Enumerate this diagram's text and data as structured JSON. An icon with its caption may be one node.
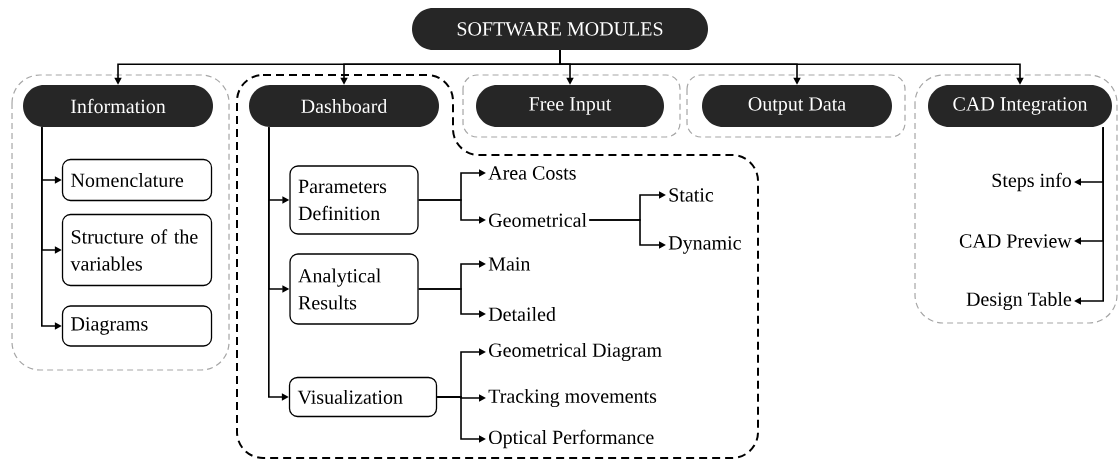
{
  "diagram": {
    "nodes": [
      {
        "text": [
          "SOFTWARE MODULES"
        ]
      },
      {
        "text": [
          "Information"
        ]
      },
      {
        "text": [
          "Nomenclature"
        ]
      },
      {
        "text": [
          "Structure of the variables"
        ]
      },
      {
        "text": [
          "Diagrams"
        ]
      },
      {
        "text": [
          "Dashboard"
        ]
      },
      {
        "text": [
          "Parameters Definition"
        ]
      },
      {
        "text": [
          "Area Costs"
        ]
      },
      {
        "text": [
          "Geometrical"
        ]
      },
      {
        "text": [
          "Static"
        ]
      },
      {
        "text": [
          "Dynamic"
        ]
      },
      {
        "text": [
          "Analytical Results"
        ]
      },
      {
        "text": [
          "Main"
        ]
      },
      {
        "text": [
          "Detailed"
        ]
      },
      {
        "text": [
          "Visualization"
        ]
      },
      {
        "text": [
          "Geometrical Diagram"
        ]
      },
      {
        "text": [
          "Tracking movements"
        ]
      },
      {
        "text": [
          "Optical Performance"
        ]
      },
      {
        "text": [
          "Free Input"
        ]
      },
      {
        "text": [
          "Output Data"
        ]
      },
      {
        "text": [
          "CAD Integration"
        ]
      },
      {
        "text": [
          "Steps info"
        ]
      },
      {
        "text": [
          "CAD Preview"
        ]
      },
      {
        "text": [
          "Design Table"
        ]
      }
    ],
    "edges": [
      {
        "from": 0,
        "to": 1,
        "arrow": "to"
      },
      {
        "from": 0,
        "to": 5,
        "arrow": "to"
      },
      {
        "from": 0,
        "to": 18,
        "arrow": "to"
      },
      {
        "from": 0,
        "to": 19,
        "arrow": "to"
      },
      {
        "from": 0,
        "to": 20,
        "arrow": "to"
      },
      {
        "from": 1,
        "to": 2,
        "arrow": "to"
      },
      {
        "from": 1,
        "to": 3,
        "arrow": "to"
      },
      {
        "from": 1,
        "to": 4,
        "arrow": "to"
      },
      {
        "from": 5,
        "to": 6,
        "arrow": "to"
      },
      {
        "from": 5,
        "to": 11,
        "arrow": "to"
      },
      {
        "from": 5,
        "to": 14,
        "arrow": "to"
      },
      {
        "from": 6,
        "to": 7,
        "arrow": "to"
      },
      {
        "from": 6,
        "to": 8,
        "arrow": "to"
      },
      {
        "from": 8,
        "to": 9,
        "arrow": "to"
      },
      {
        "from": 8,
        "to": 10,
        "arrow": "to"
      },
      {
        "from": 11,
        "to": 12,
        "arrow": "to"
      },
      {
        "from": 11,
        "to": 13,
        "arrow": "to"
      },
      {
        "from": 14,
        "to": 15,
        "arrow": "to"
      },
      {
        "from": 14,
        "to": 16,
        "arrow": "to"
      },
      {
        "from": 14,
        "to": 17,
        "arrow": "to"
      },
      {
        "from": 20,
        "to": 21,
        "arrow": "to"
      },
      {
        "from": 20,
        "to": 22,
        "arrow": "to"
      },
      {
        "from": 20,
        "to": 23,
        "arrow": "to"
      }
    ]
  }
}
